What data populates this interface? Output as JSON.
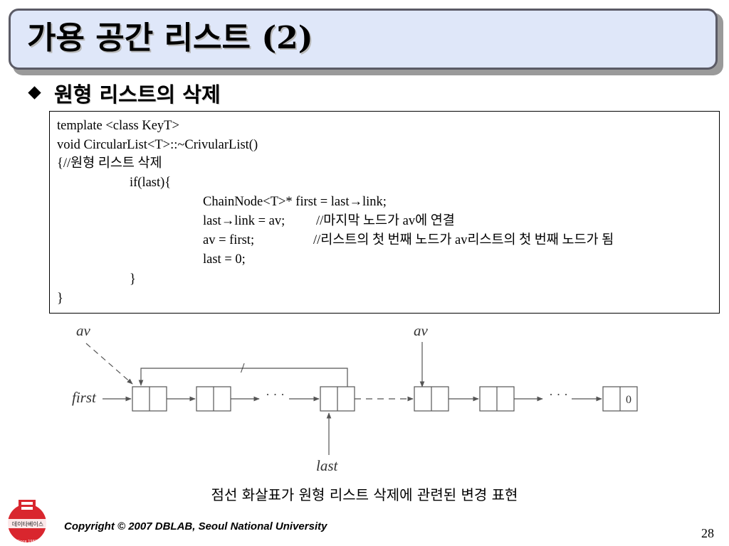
{
  "slide": {
    "title": "가용 공간 리스트",
    "title_number": "(2)",
    "bullet": "원형 리스트의 삭제",
    "code": [
      "template <class KeyT>",
      "void CircularList<T>::~CrivularList()",
      "{//원형 리스트 삭제",
      "if(last){",
      "ChainNode<T>* first = last→link;",
      "last→link = av;",
      "//마지막 노드가 av에 연결",
      "av = first;",
      "//리스트의 첫 번째 노드가 av리스트의 첫 번째 노드가 됨",
      "last = 0;",
      "}",
      "}"
    ],
    "diagram": {
      "label_av_left": "av",
      "label_av_right": "av",
      "label_first": "first",
      "label_last": "last",
      "ellipsis_left": "· · ·",
      "ellipsis_right": "· · ·",
      "last_node_value": "0",
      "cross_mark": "/"
    },
    "caption": "점선 화살표가 원형 리스트 삭제에 관련된 변경 표현",
    "footer": "Copyright © 2007 DBLAB, Seoul National University",
    "logo_text": "데이타베이스",
    "logo_since": "Since 1982",
    "page_number": "28"
  }
}
